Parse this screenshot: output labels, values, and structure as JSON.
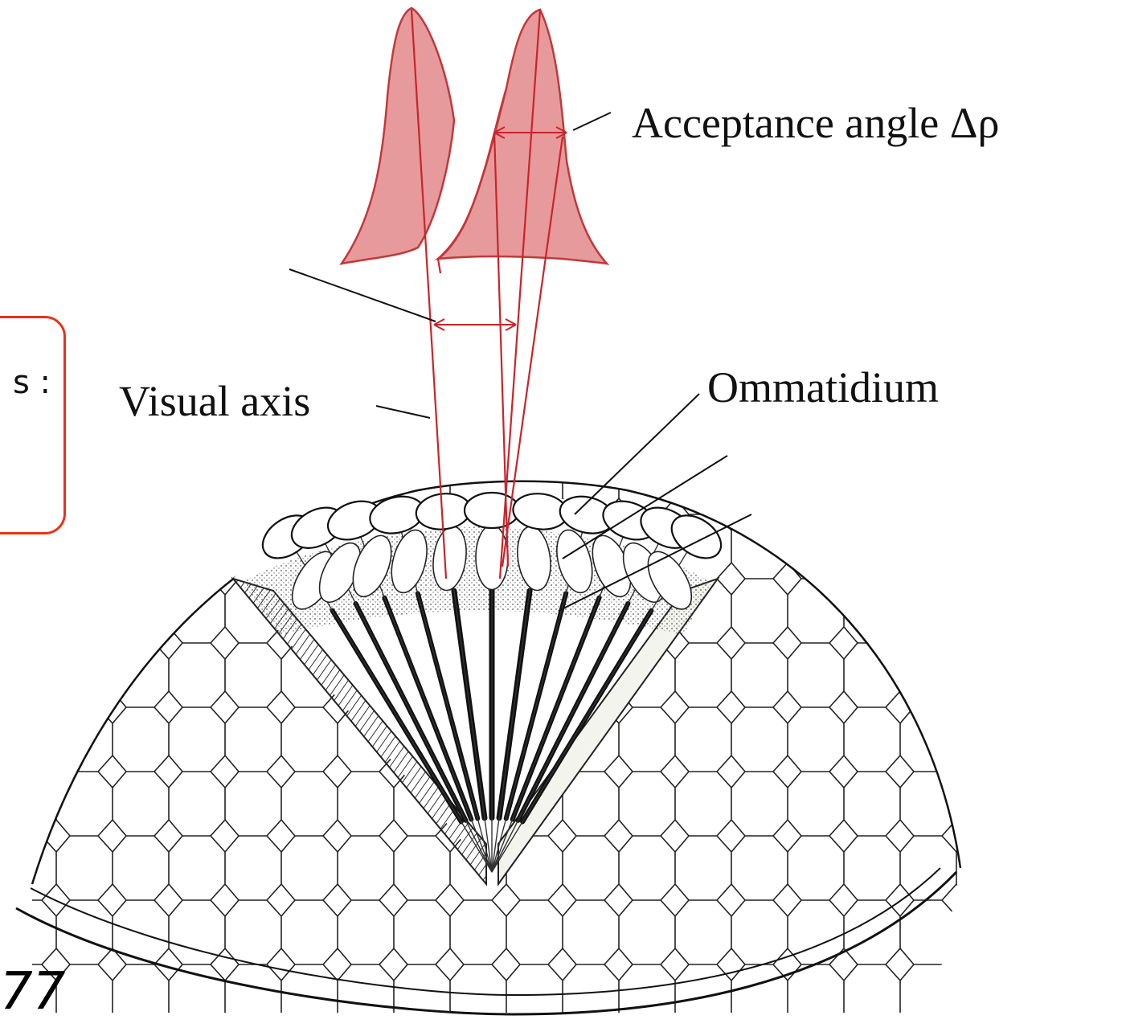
{
  "labels": {
    "acceptance_angle": "Acceptance angle Δρ",
    "visual_axis": "Visual axis",
    "ommatidium": "Ommatidium"
  },
  "callout": {
    "text_fragment": "s :"
  },
  "page_fragment": "77",
  "colors": {
    "acceptance_curve_fill": "#e79a9b",
    "acceptance_curve_stroke": "#c0393b",
    "axis_lines": "#c8242a",
    "callout_border": "#e8321a",
    "ink": "#111111",
    "background": "#ffffff"
  },
  "icons": {
    "arrow": "double-headed-arrow"
  }
}
